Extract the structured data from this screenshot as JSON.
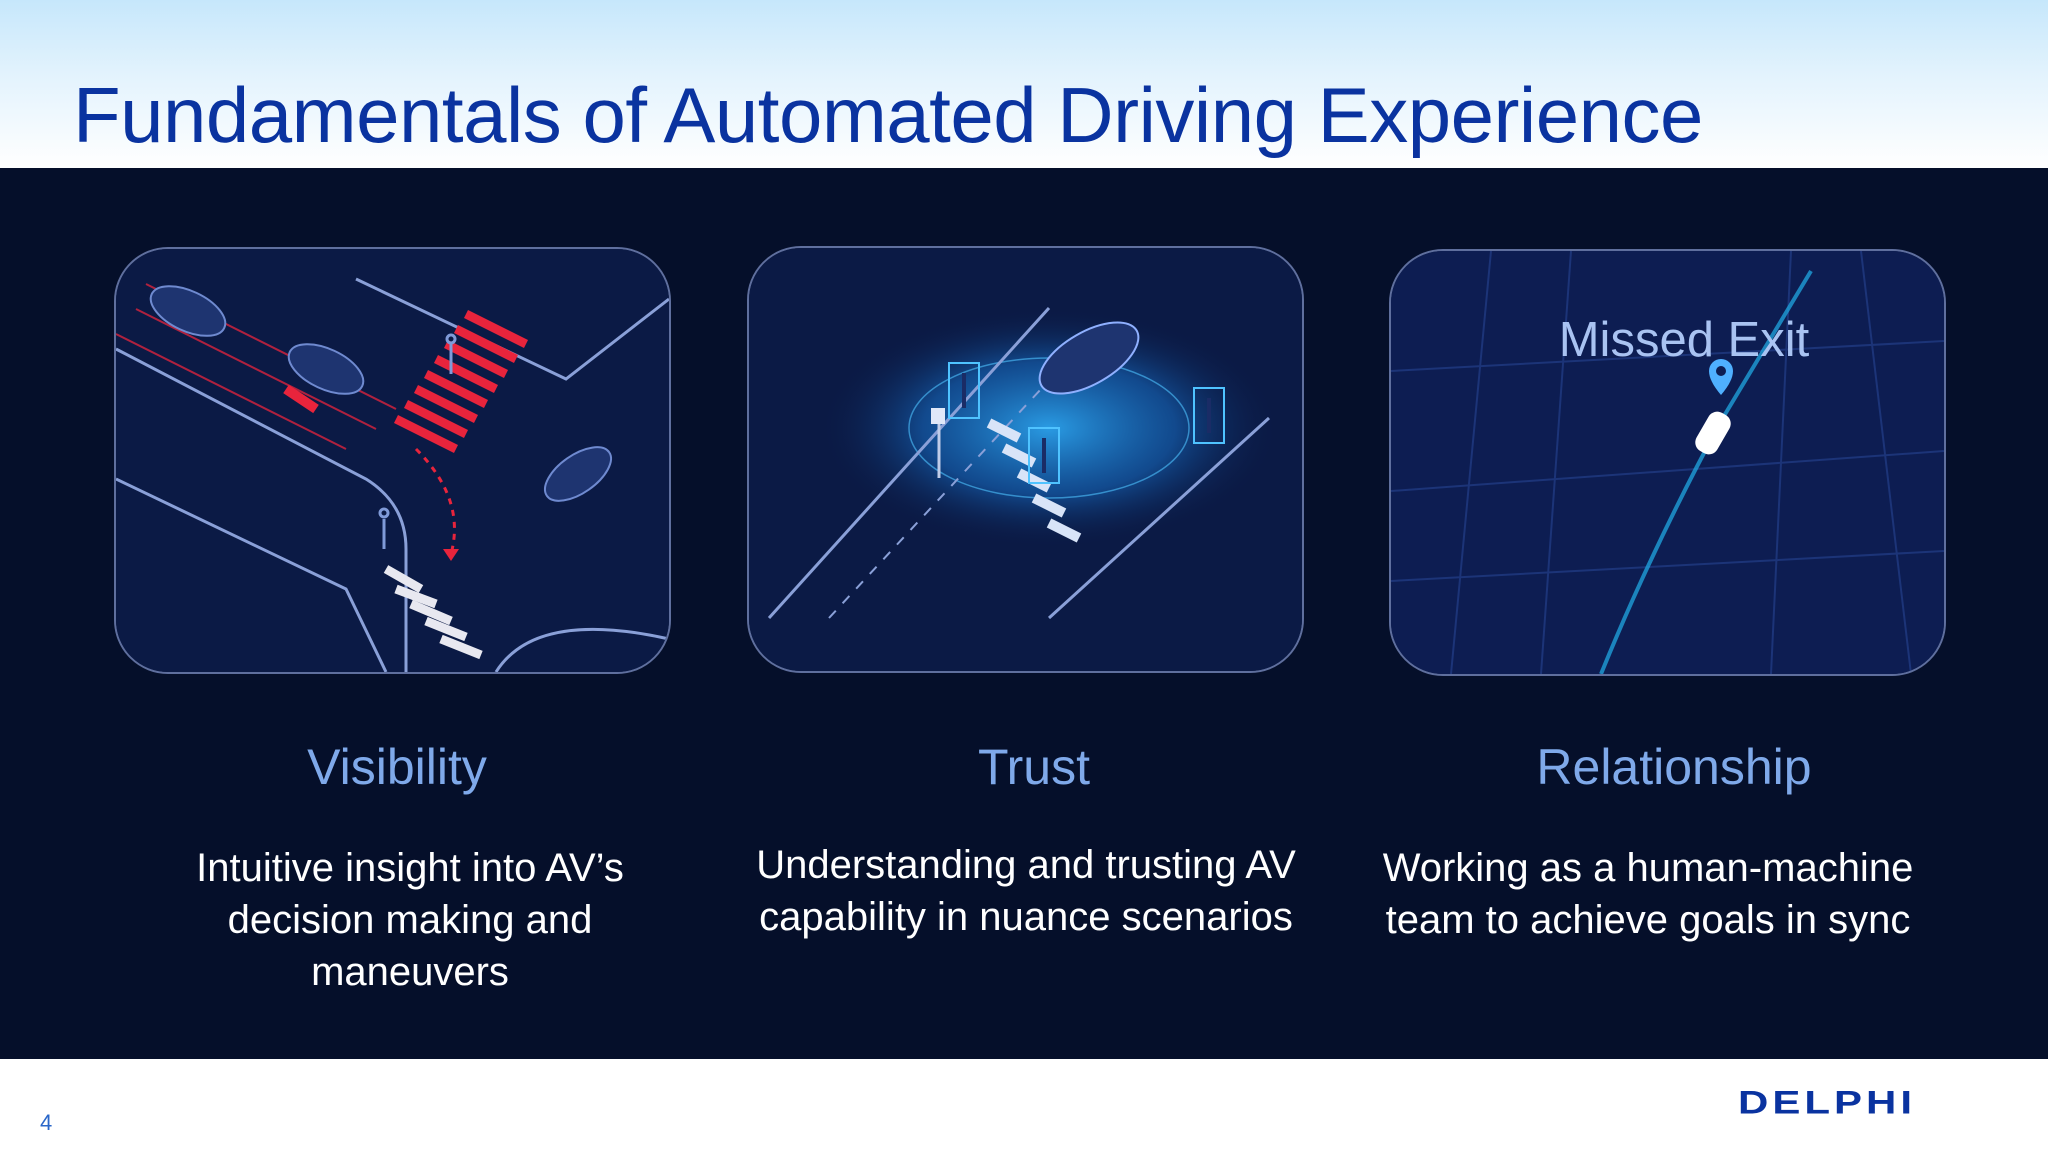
{
  "slide": {
    "title": "Fundamentals of Automated Driving Experience",
    "page_number": "4",
    "logo_text": "DELPHI"
  },
  "columns": [
    {
      "heading": "Visibility",
      "body": "Intuitive insight into AV’s decision making and maneuvers",
      "image_icon": "intersection-crosswalk-illustration"
    },
    {
      "heading": "Trust",
      "body": "Understanding and trusting AV capability in nuance scenarios",
      "image_icon": "sensor-field-pedestrians-illustration"
    },
    {
      "heading": "Relationship",
      "body": "Working as a human-machine team to achieve goals in sync",
      "image_icon": "navigation-map-illustration",
      "image_caption": "Missed Exit"
    }
  ],
  "colors": {
    "title": "#0a33a0",
    "band": "#050f2a",
    "heading": "#7fa9ea",
    "body_text": "#ffffff",
    "crosswalk_red": "#e8243c"
  }
}
